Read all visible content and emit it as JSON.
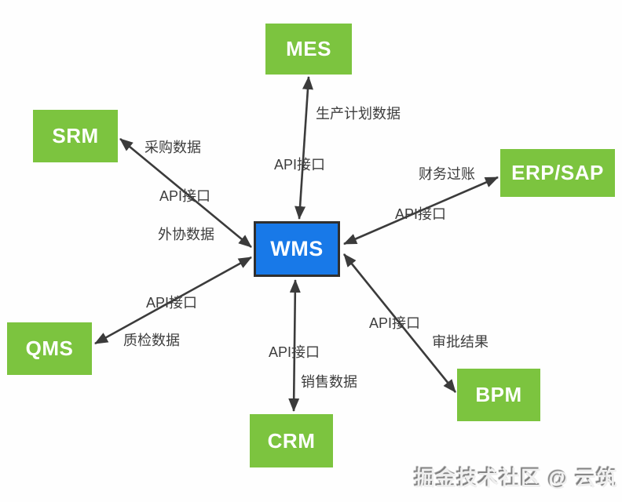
{
  "diagram": {
    "title_implicit": "WMS integration diagram",
    "colors": {
      "satellite_node_green": "#7cc43f",
      "center_node_blue": "#1879e8",
      "center_node_border": "#2f2f2f",
      "arrow": "#3b3b3b",
      "edge_label_text": "#3d3d3d",
      "node_label_text": "#ffffff"
    },
    "nodes": {
      "wms": {
        "label": "WMS"
      },
      "mes": {
        "label": "MES"
      },
      "srm": {
        "label": "SRM"
      },
      "erp_sap": {
        "label": "ERP/SAP"
      },
      "qms": {
        "label": "QMS"
      },
      "crm": {
        "label": "CRM"
      },
      "bpm": {
        "label": "BPM"
      }
    },
    "edges": [
      {
        "from": "wms",
        "to": "mes",
        "bidirectional": true,
        "labels": [
          "生产计划数据",
          "API接口"
        ]
      },
      {
        "from": "wms",
        "to": "srm",
        "bidirectional": true,
        "labels": [
          "采购数据",
          "API接口",
          "外协数据"
        ]
      },
      {
        "from": "wms",
        "to": "erp_sap",
        "bidirectional": true,
        "labels": [
          "财务过账",
          "API接口"
        ]
      },
      {
        "from": "wms",
        "to": "qms",
        "bidirectional": true,
        "labels": [
          "API接口",
          "质检数据"
        ]
      },
      {
        "from": "wms",
        "to": "crm",
        "bidirectional": true,
        "labels": [
          "API接口",
          "销售数据"
        ]
      },
      {
        "from": "wms",
        "to": "bpm",
        "bidirectional": true,
        "labels": [
          "API接口",
          "审批结果"
        ]
      }
    ]
  },
  "watermark": {
    "text": "掘金技术社区 @ 云筑"
  }
}
